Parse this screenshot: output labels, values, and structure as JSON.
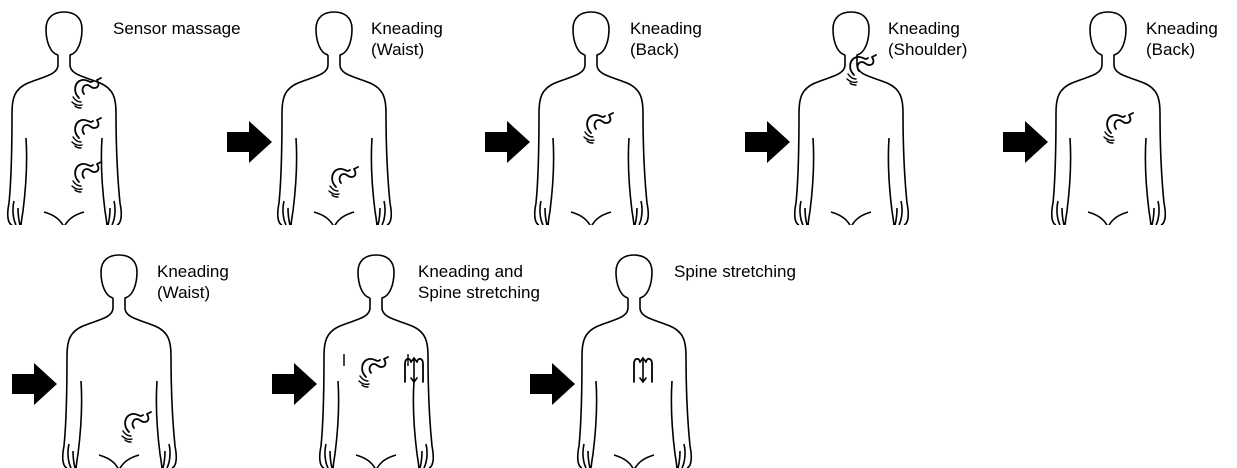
{
  "steps": [
    {
      "lines": [
        "Sensor massage"
      ],
      "marks": [
        "knead",
        "knead",
        "knead"
      ]
    },
    {
      "lines": [
        "Kneading",
        "(Waist)"
      ],
      "marks": [
        "knead"
      ]
    },
    {
      "lines": [
        "Kneading",
        "(Back)"
      ],
      "marks": [
        "knead"
      ]
    },
    {
      "lines": [
        "Kneading",
        "(Shoulder)"
      ],
      "marks": [
        "knead"
      ]
    },
    {
      "lines": [
        "Kneading",
        "(Back)"
      ],
      "marks": [
        "knead"
      ]
    },
    {
      "lines": [
        "Kneading",
        "(Waist)"
      ],
      "marks": [
        "knead"
      ]
    },
    {
      "lines": [
        "Kneading and",
        "Spine stretching"
      ],
      "marks": [
        "knead",
        "stretch"
      ]
    },
    {
      "lines": [
        "Spine stretching"
      ],
      "marks": [
        "stretch"
      ]
    }
  ],
  "icons": {
    "flow_arrow": "flow-arrow-icon",
    "knead": "kneading-roller-icon",
    "stretch": "spine-stretch-icon"
  },
  "colors": {
    "ink": "#000000",
    "background": "#ffffff"
  }
}
